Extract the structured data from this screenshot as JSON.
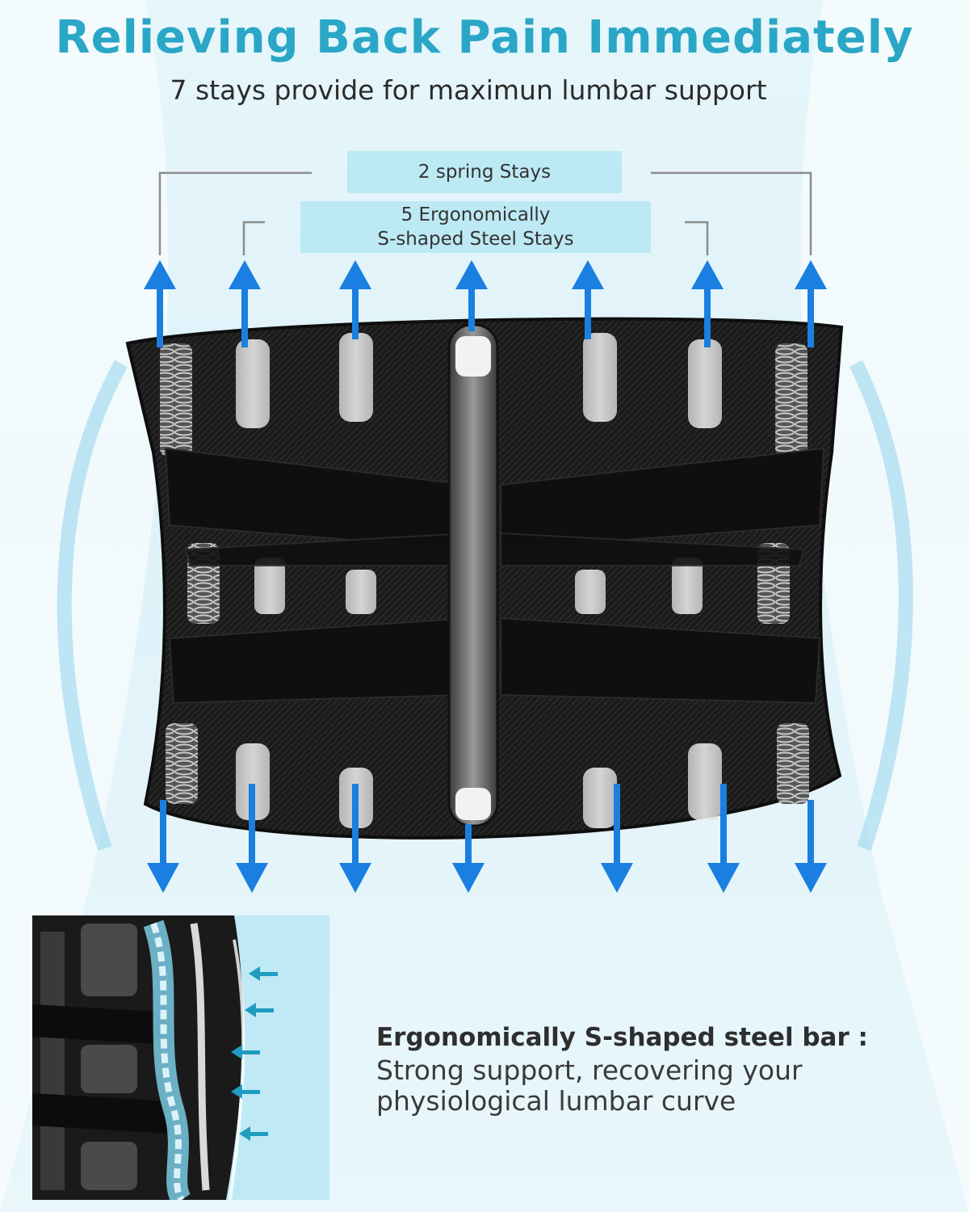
{
  "headline": {
    "title": "Relieving Back Pain Immediately",
    "subtitle": "7 stays provide for maximun lumbar support"
  },
  "labels": {
    "spring_stays": "2 spring Stays",
    "steel_stays_line1": "5 Ergonomically",
    "steel_stays_line2": "S-shaped Steel Stays"
  },
  "feature": {
    "title": "Ergonomically S-shaped steel bar :",
    "line1": "Strong support, recovering your",
    "line2": "physiological lumbar curve"
  },
  "colors": {
    "title": "#2aa7c6",
    "arrow": "#1a7fe0",
    "label_bg": "#bde9f4",
    "belt": "#1a1a1a"
  },
  "icons": {
    "up_arrow": "up-arrow-icon",
    "down_arrow": "down-arrow-icon",
    "inset_arrow": "left-arrow-icon"
  }
}
